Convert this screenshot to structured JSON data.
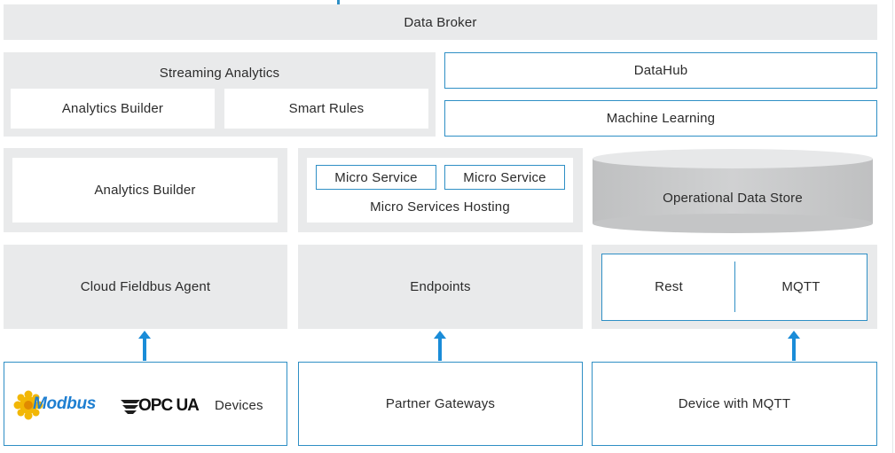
{
  "data_broker": "Data Broker",
  "streaming_analytics": {
    "title": "Streaming Analytics",
    "analytics_builder": "Analytics Builder",
    "smart_rules": "Smart Rules"
  },
  "datahub": "DataHub",
  "machine_learning": "Machine Learning",
  "analytics_builder_box": "Analytics Builder",
  "microservices": {
    "service_1": "Micro Service",
    "service_2": "Micro Service",
    "hosting": "Micro Services Hosting"
  },
  "operational_data_store": "Operational Data Store",
  "cloud_fieldbus_agent": "Cloud Fieldbus Agent",
  "endpoints": "Endpoints",
  "rest": "Rest",
  "mqtt": "MQTT",
  "devices": {
    "modbus_logo": "Modbus",
    "opcua_logo": "OPC UA",
    "label": "Devices"
  },
  "partner_gateways": "Partner Gateways",
  "device_with_mqtt": "Device with MQTT",
  "colors": {
    "accent_blue": "#2f8fc5",
    "arrow_blue": "#1a8cd8",
    "panel_gray": "#e9eaeb",
    "cylinder_gray": "#c9cacb"
  }
}
